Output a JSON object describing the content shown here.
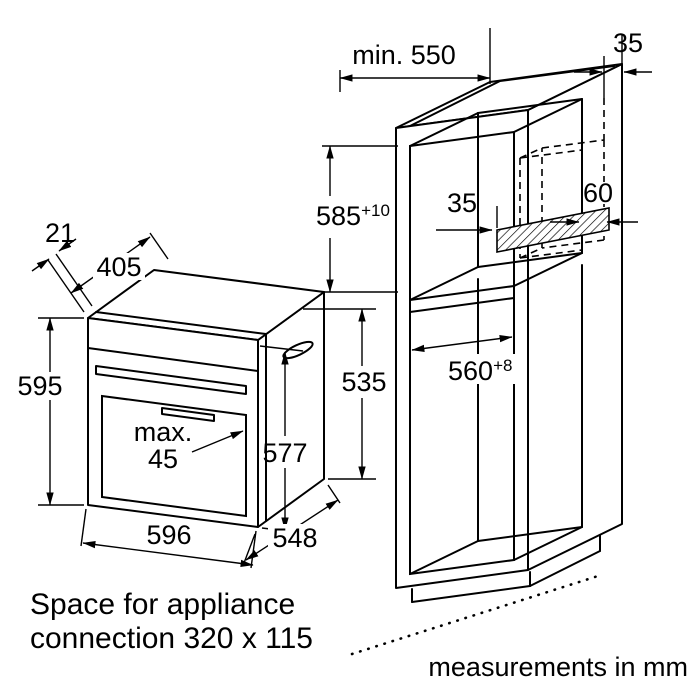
{
  "labels": {
    "oven": {
      "d21": "21",
      "d405": "405",
      "d595": "595",
      "dmax_line1": "max.",
      "dmax_line2": "45",
      "d577": "577",
      "d535": "535",
      "d596": "596",
      "d548": "548"
    },
    "cabinet": {
      "dmin550": "min. 550",
      "d35_top": "35",
      "d585": "585",
      "d585_sup": "+10",
      "d35_inner": "35",
      "d60": "60",
      "d560": "560",
      "d560_sup": "+8"
    },
    "notes": {
      "space_line1": "Space for appliance",
      "space_line2": "connection 320 x 115",
      "units": "measurements in mm"
    }
  },
  "colors": {
    "line": "#000000",
    "background": "#ffffff"
  }
}
